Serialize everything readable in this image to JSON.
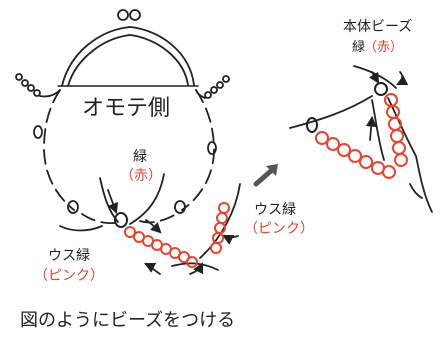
{
  "labels": {
    "side": "オモテ側",
    "green": "緑",
    "red": "（赤）",
    "us_green": "ウス緑",
    "pink": "（ピンク）",
    "us_green_right": "ウス緑",
    "pink_right": "（ピンク）",
    "body_beads": "本体ビーズ",
    "green_small": "緑",
    "red_small": "（赤）",
    "caption": "図のようにビーズをつける"
  },
  "colors": {
    "ink": "#222222",
    "accent": "#e8452e",
    "arrow": "#555555"
  },
  "icons": {
    "direction": "arrow-right-icon"
  }
}
